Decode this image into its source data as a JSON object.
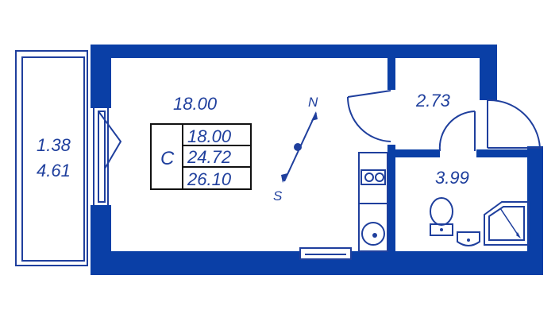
{
  "rooms": {
    "main_area": "18.00",
    "hall_area": "2.73",
    "bath_area": "3.99",
    "balcony_area": "1.38",
    "balcony_area_full": "4.61"
  },
  "summary": {
    "type_letter": "C",
    "living": "18.00",
    "total": "24.72",
    "total_with_balcony": "26.10"
  },
  "compass": {
    "north": "N",
    "south": "S"
  },
  "colors": {
    "wall": "#0a3fa6",
    "line": "#1f3f9d",
    "background": "#ffffff"
  }
}
